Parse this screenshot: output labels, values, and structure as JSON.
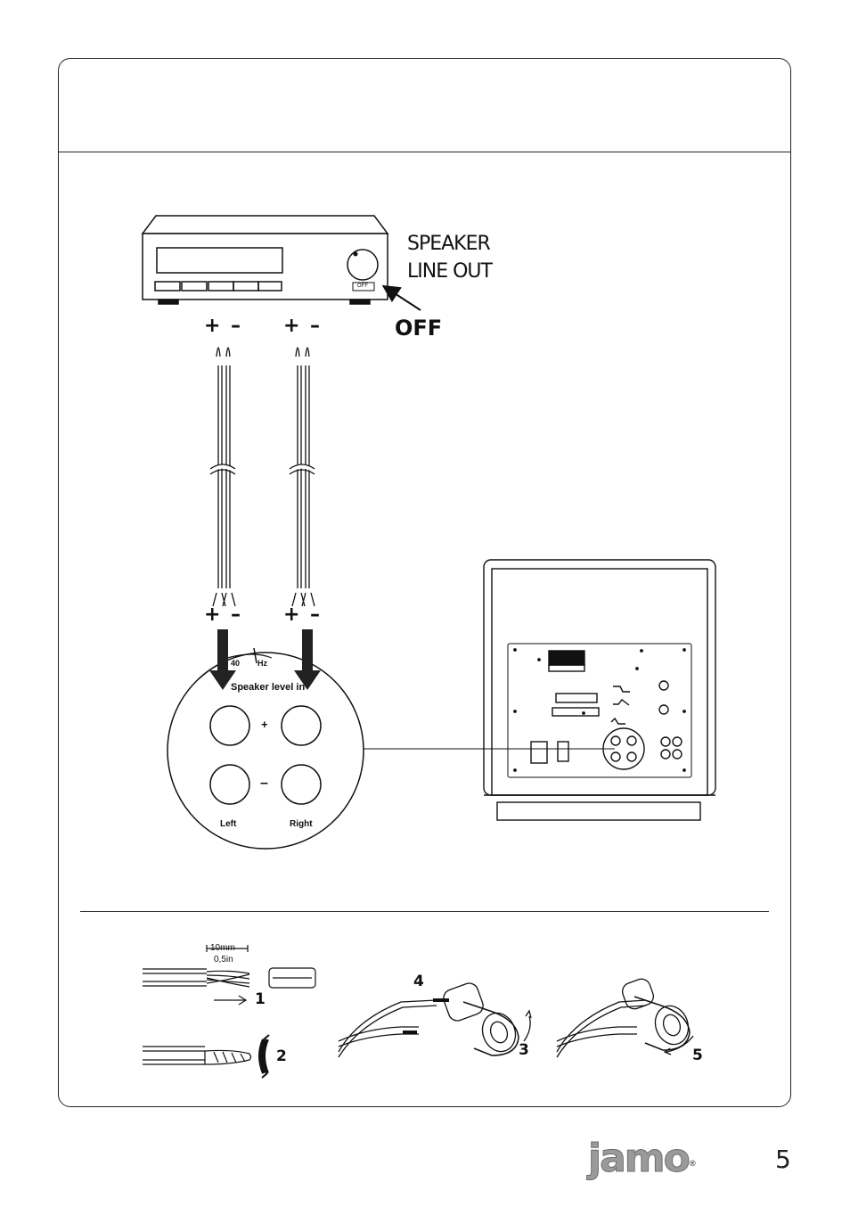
{
  "amplifier": {
    "label_line1": "SPEAKER",
    "label_line2": "LINE OUT",
    "power_button": "OFF",
    "instruction": "OFF"
  },
  "cables": {
    "top_signs": [
      "+",
      "–",
      "+",
      "–"
    ],
    "bottom_signs": [
      "+",
      "–",
      "+",
      "–"
    ]
  },
  "terminal_panel": {
    "dial_value": "40",
    "dial_unit": "Hz",
    "title": "Speaker level in",
    "plus": "+",
    "minus": "–",
    "left": "Left",
    "right": "Right"
  },
  "wire_prep": {
    "length_mm": "10mm",
    "length_in": "0,5in",
    "steps": [
      "1",
      "2",
      "3",
      "4",
      "5"
    ]
  },
  "footer": {
    "brand": "jamo",
    "registered": "®",
    "page_number": "5"
  }
}
